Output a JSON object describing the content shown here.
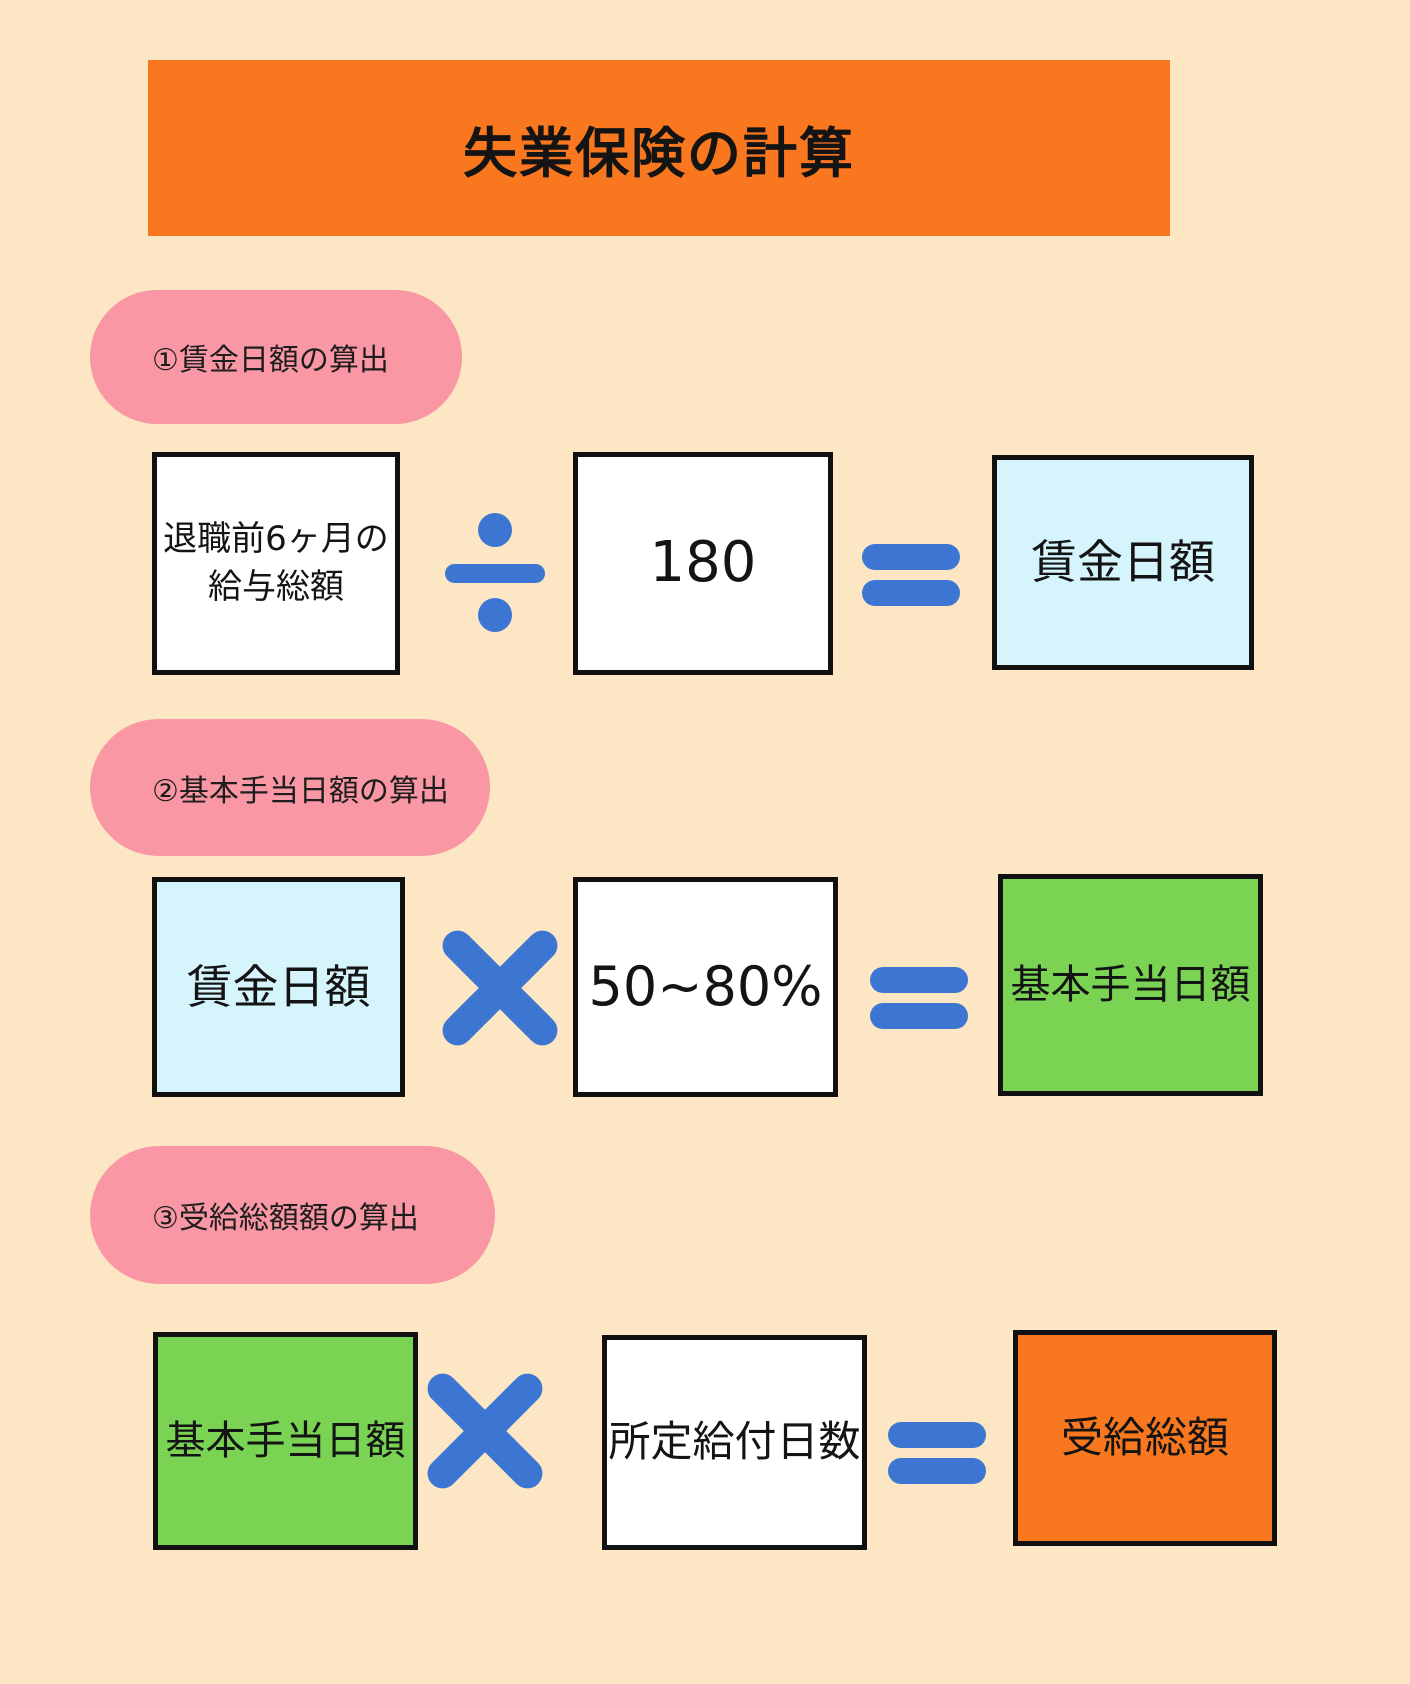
{
  "title": "失業保険の計算",
  "colors": {
    "background": "#FCE6C3",
    "accent-orange": "#F8771F",
    "label-pink": "#F997A4",
    "box-lightblue": "#D6F4FC",
    "box-green": "#7AD353",
    "box-white": "#FFFFFF",
    "operator-blue": "#3C76D2",
    "ink": "#141414"
  },
  "sections": [
    {
      "label": "①賃金日額の算出",
      "operand1": "退職前6ヶ月の\n給与総額",
      "operator": "÷",
      "operand2": "180",
      "result": "賃金日額"
    },
    {
      "label": "②基本手当日額の算出",
      "operand1": "賃金日額",
      "operator": "×",
      "operand2": "50~80%",
      "result": "基本手当日額"
    },
    {
      "label": "③受給総額額の算出",
      "operand1": "基本手当日額",
      "operator": "×",
      "operand2": "所定給付日数",
      "result": "受給総額"
    }
  ]
}
